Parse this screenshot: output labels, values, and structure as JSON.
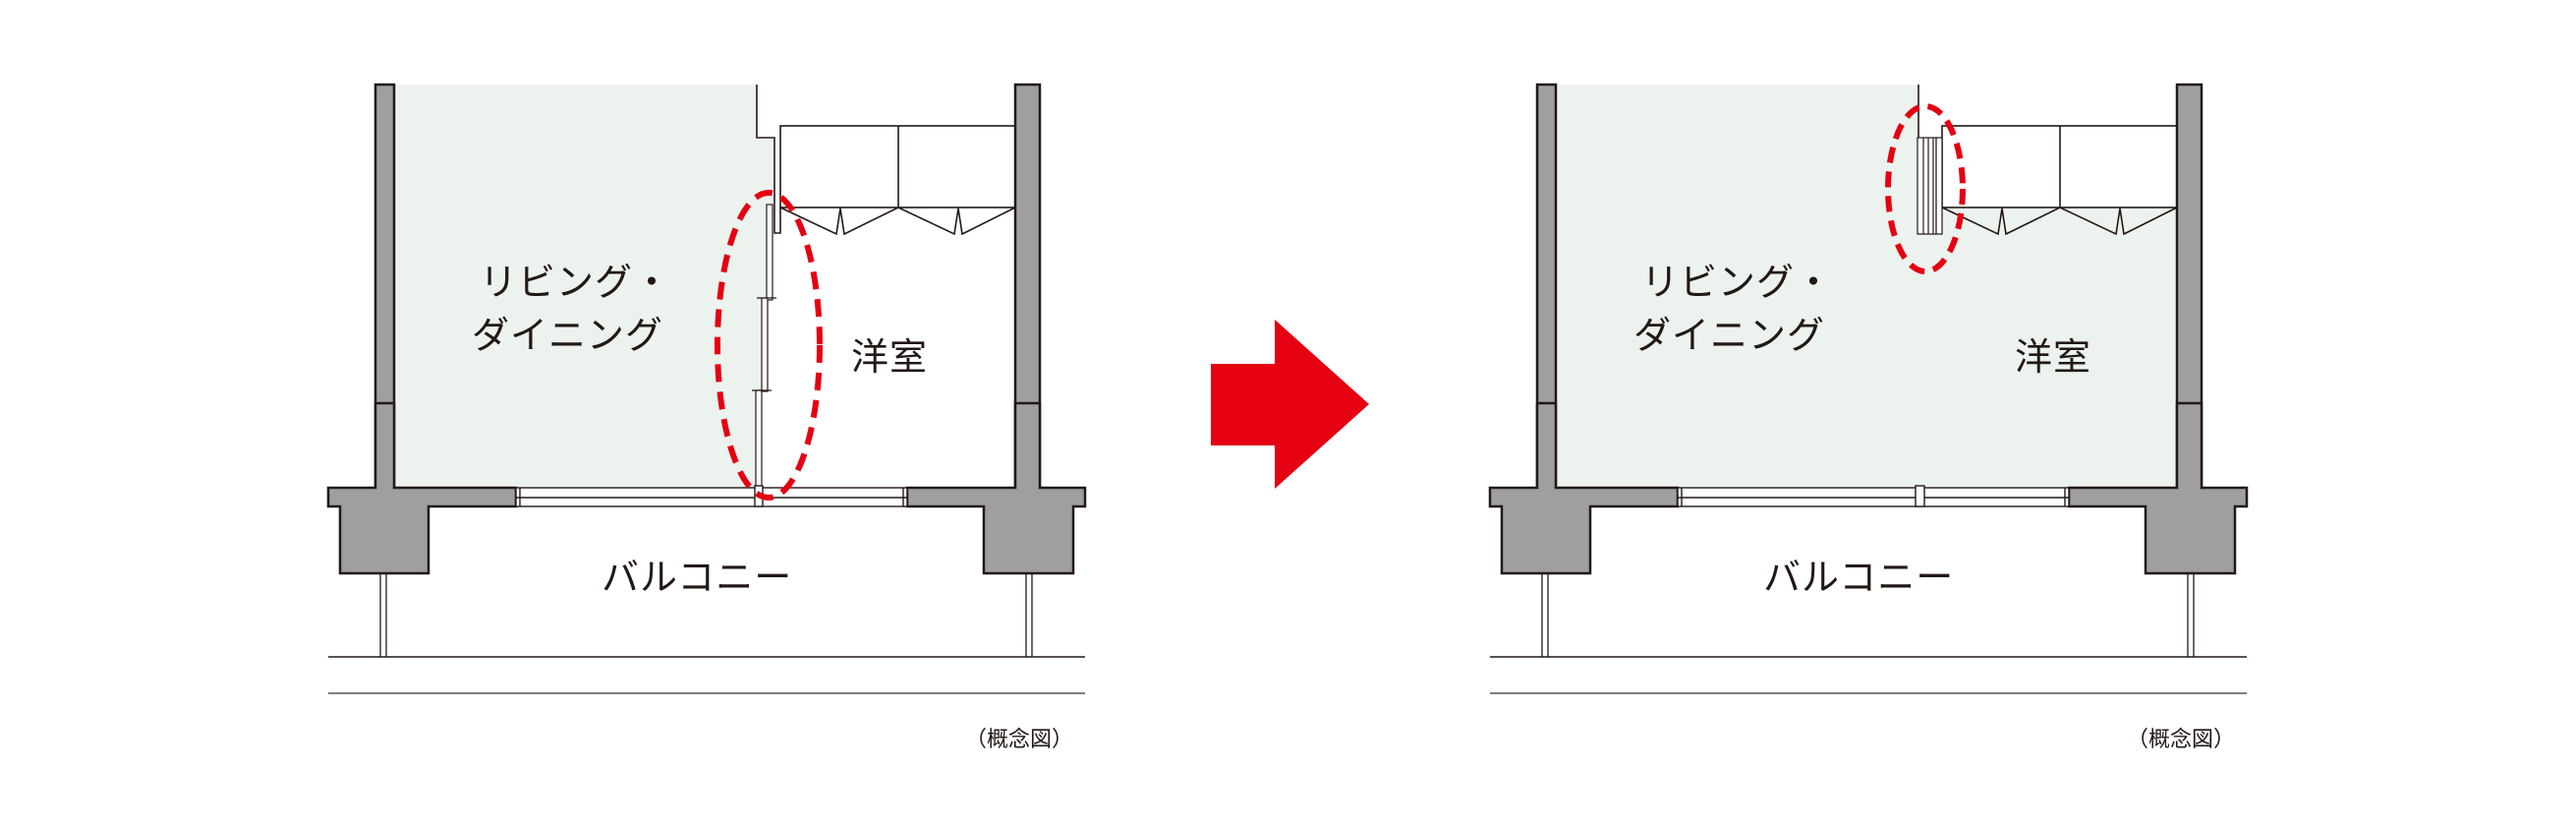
{
  "diagram": {
    "type": "floor-plan-comparison",
    "colors": {
      "room_fill": "#ecf3ee",
      "wall_fill": "#9f9f9f",
      "line": "#231815",
      "highlight": "#e50012",
      "arrow": "#e50012"
    },
    "plans": [
      {
        "id": "before",
        "labels": {
          "living_dining_line1": "リビング・",
          "living_dining_line2": "ダイニング",
          "western_room": "洋室",
          "balcony": "バルコニー",
          "caption": "（概念図）"
        },
        "partition": "sliding-door",
        "highlight": "dashed-ellipse-around-sliding-partition"
      },
      {
        "id": "after",
        "labels": {
          "living_dining_line1": "リビング・",
          "living_dining_line2": "ダイニング",
          "western_room": "洋室",
          "balcony": "バルコニー",
          "caption": "（概念図）"
        },
        "partition": "folded-open-door-stack",
        "highlight": "dashed-ellipse-around-folded-door"
      }
    ],
    "arrow": {
      "direction": "right",
      "icon": "arrow-right-icon"
    }
  }
}
